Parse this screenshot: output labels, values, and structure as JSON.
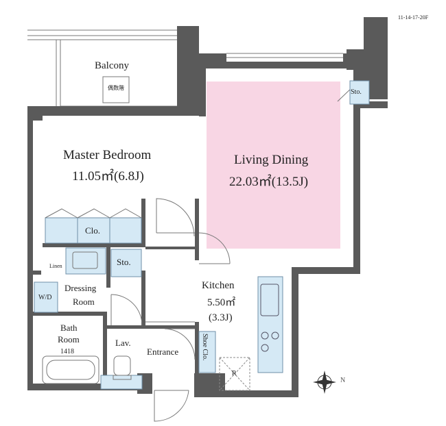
{
  "header": {
    "code": "11-14-17-20F"
  },
  "rooms": {
    "balcony": {
      "label": "Balcony",
      "note": "偶数階"
    },
    "master_bedroom": {
      "label": "Master Bedroom",
      "area": "11.05㎡(6.8J)"
    },
    "living_dining": {
      "label": "Living Dining",
      "area": "22.03㎡(13.5J)"
    },
    "kitchen": {
      "label": "Kitchen",
      "area": "5.50㎡",
      "jo": "(3.3J)"
    },
    "closet": {
      "label": "Clo."
    },
    "storage_small": {
      "label": "Sto."
    },
    "storage_ld": {
      "label": "Sto."
    },
    "linen": {
      "label": "Linen"
    },
    "washer": {
      "label": "W/D"
    },
    "dressing_room": {
      "label_line1": "Dressing",
      "label_line2": "Room"
    },
    "bath_room": {
      "label_line1": "Bath",
      "label_line2": "Room",
      "size": "1418"
    },
    "lavatory": {
      "label": "Lav."
    },
    "entrance": {
      "label": "Entrance"
    },
    "shoe_closet": {
      "label": "Shoe Clo."
    },
    "refrigerator": {
      "label": "R"
    }
  },
  "compass": {
    "label": "N"
  },
  "colors": {
    "wall": "#555555",
    "living_fill": "#f8d6e4",
    "storage_fill": "#d5e9f5",
    "storage_stroke": "#6f8fa8",
    "line": "#666666"
  }
}
